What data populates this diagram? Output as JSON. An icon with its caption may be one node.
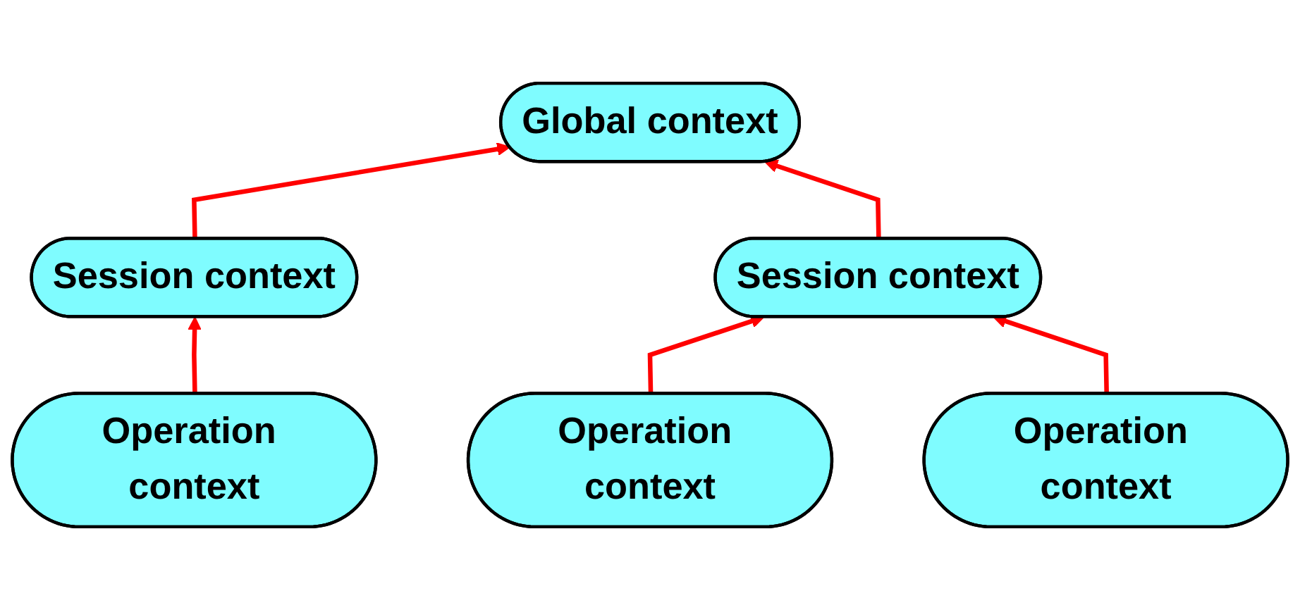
{
  "diagram": {
    "nodes": [
      {
        "text": [
          "Global context"
        ]
      },
      {
        "text": [
          "Session context"
        ]
      },
      {
        "text": [
          "Session context"
        ]
      },
      {
        "text": [
          "Operation context"
        ]
      },
      {
        "text": [
          "Operation context"
        ]
      },
      {
        "text": [
          "Operation context"
        ]
      }
    ],
    "edges": [
      {
        "from": 1,
        "to": 0,
        "arrow": "to"
      },
      {
        "from": 2,
        "to": 0,
        "arrow": "to"
      },
      {
        "from": 3,
        "to": 1,
        "arrow": "to"
      },
      {
        "from": 4,
        "to": 2,
        "arrow": "to"
      },
      {
        "from": 5,
        "to": 2,
        "arrow": "to"
      }
    ]
  }
}
